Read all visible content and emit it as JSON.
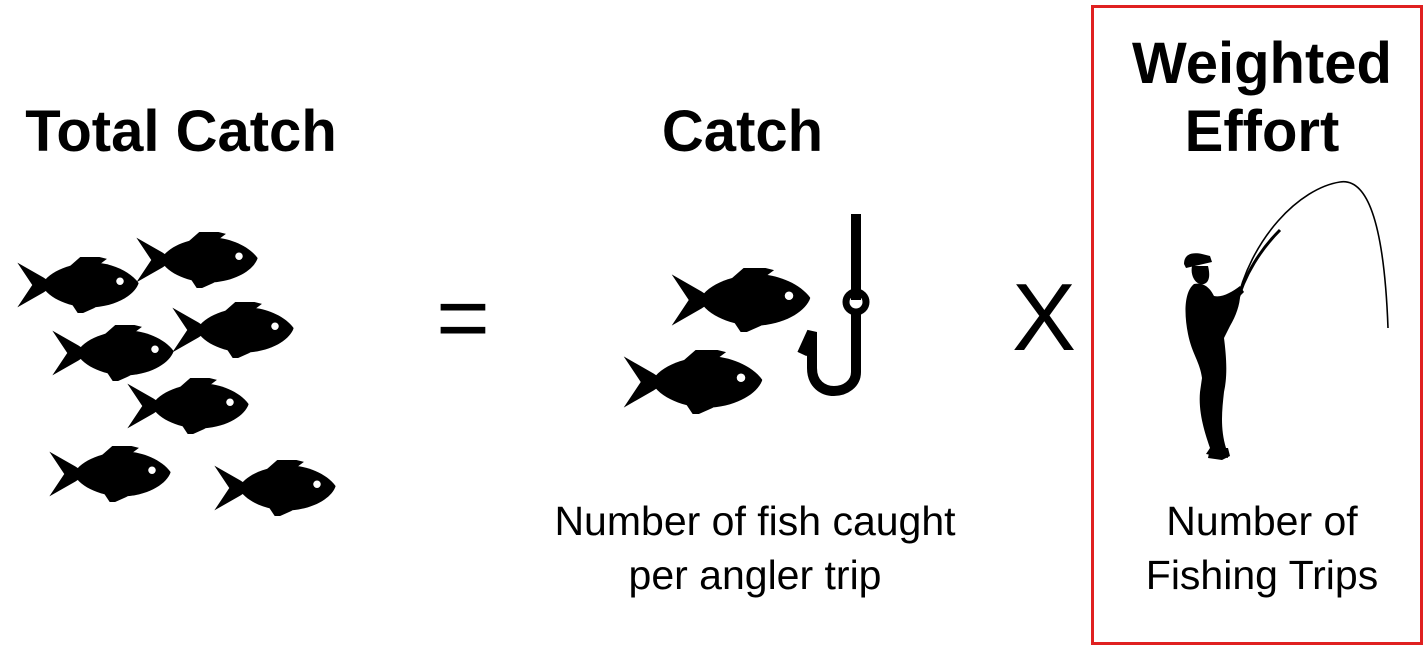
{
  "total": {
    "title": "Total Catch"
  },
  "operators": {
    "equals": "=",
    "times": "X"
  },
  "catch": {
    "title": "Catch",
    "description_line1": "Number of fish caught",
    "description_line2": "per angler trip"
  },
  "effort": {
    "title_line1": "Weighted",
    "title_line2": "Effort",
    "description_line1": "Number of",
    "description_line2": "Fishing Trips"
  },
  "colors": {
    "highlight_border": "#e02020",
    "icon_fill": "#000000",
    "background": "#ffffff"
  },
  "icons": {
    "school": "fish-school-icon",
    "catch_fish": "fish-icon",
    "hook": "fish-hook-icon",
    "angler": "angler-with-rod-icon"
  }
}
